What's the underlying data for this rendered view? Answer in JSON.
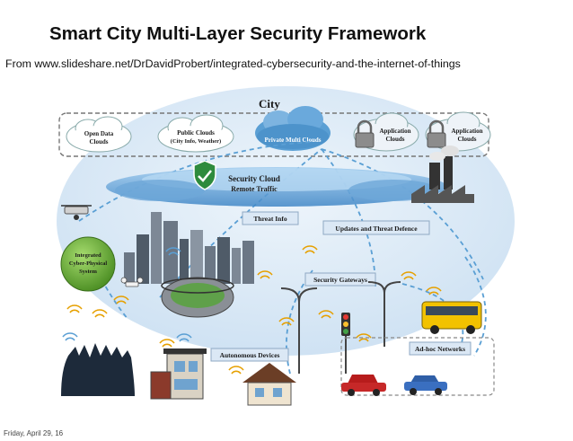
{
  "slide": {
    "title": "Smart City Multi-Layer Security Framework",
    "source": "From www.slideshare.net/DrDavidProbert/integrated-cybersecurity-and-the-internet-of-things",
    "footer_date": "Friday, April 29, 16"
  },
  "diagram": {
    "city_label": "City",
    "clouds": {
      "open_data": [
        "Open Data",
        "Clouds"
      ],
      "public": [
        "Public Clouds",
        "(City Info, Weather)"
      ],
      "private": "Private Multi Clouds",
      "application_1": [
        "Application",
        "Clouds"
      ],
      "application_2": [
        "Application",
        "Clouds"
      ]
    },
    "security_cloud": [
      "Security Cloud",
      "Remote Traffic"
    ],
    "threat_info": "Threat Info",
    "updates": "Updates and Threat Defence",
    "cps": [
      "Integrated",
      "Cyber-Physical",
      "System"
    ],
    "security_gateways": "Security Gateways",
    "autonomous_devices": "Autonomous Devices",
    "adhoc_networks": "Ad-hoc Networks",
    "colors": {
      "sky": "#d9e9f6",
      "cloud_blue": "#5a9fd4",
      "cps_green": "#6fb43c",
      "bus_yellow": "#f2c200",
      "label_fill": "#dbe8f5"
    }
  }
}
